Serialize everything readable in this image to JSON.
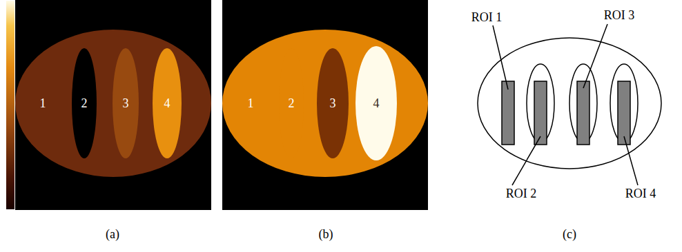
{
  "diagram": {
    "nodes": [
      {
        "text": [
          "1"
        ]
      },
      {
        "text": [
          "2"
        ],
        "in": 0
      },
      {
        "text": [
          "3"
        ],
        "in": 0
      },
      {
        "text": [
          "4"
        ],
        "in": 0
      },
      {
        "text": [
          "1"
        ]
      },
      {
        "text": [
          "2"
        ],
        "in": 4
      },
      {
        "text": [
          "3"
        ],
        "in": 4
      },
      {
        "text": [
          "4"
        ],
        "in": 4
      }
    ],
    "labels": [
      "ROI 1",
      "ROI 3",
      "ROI 2",
      "ROI 4",
      "(a)",
      "(b)",
      "(c)"
    ]
  }
}
